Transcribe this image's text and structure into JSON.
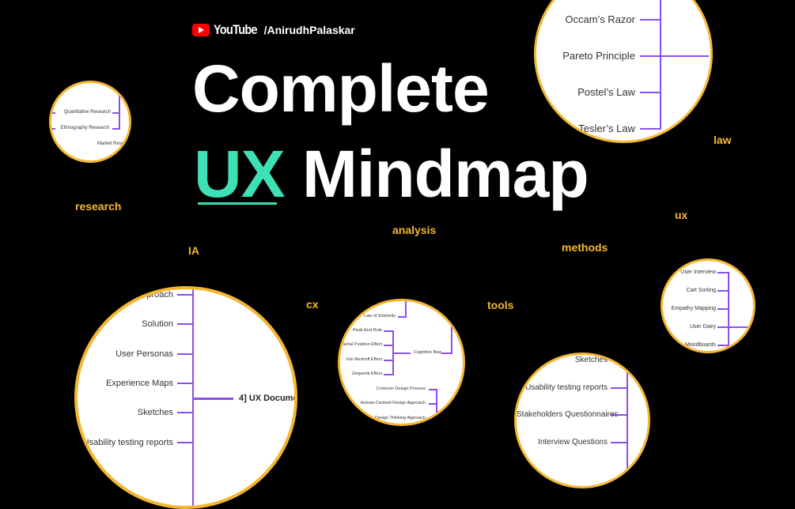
{
  "brand": {
    "platform": "YouTube",
    "handle": "/AnirudhPalaskar",
    "colors": {
      "youtube_red": "#ff0000"
    }
  },
  "title": {
    "line1": "Complete",
    "accent": "UX",
    "line2_rest": "Mindmap"
  },
  "colors": {
    "accent_teal": "#3ee0b5",
    "keyword_orange": "#f5b731",
    "branch_purple": "#8b4ff0",
    "background": "#000000"
  },
  "keywords": [
    "law",
    "research",
    "ux",
    "analysis",
    "IA",
    "methods",
    "cx",
    "tools"
  ],
  "bubbles": {
    "laws": {
      "items": [
        "Occam’s Razor",
        "Pareto Principle",
        "Postel’s Law",
        "Tesler’s Law"
      ]
    },
    "research": {
      "items": [
        "Quantitative Research",
        "Ethnography Research",
        "Market Resea"
      ]
    },
    "cognitive": {
      "top_item": "Law of Similarity",
      "biases": [
        "Peak-End Rule",
        "Serial Position Effect",
        "Von Restorff Effect",
        "Zeigarnik Effect"
      ],
      "parent": "Cognitive Bias",
      "processes": [
        "Common Design Process",
        "Human-Centred  Design Approach",
        "Design Thinking Approach"
      ]
    },
    "methods": {
      "items": [
        "User Interview",
        "Cart Sorting",
        "Empathy Mapping",
        "User Dairy",
        "Moodboards"
      ]
    },
    "documents": {
      "items": [
        "proach",
        "Solution",
        "User Personas",
        "Experience Maps",
        "Sketches",
        "Usability testing reports"
      ],
      "parent": "4] UX Documen"
    },
    "deliverables": {
      "items": [
        "Sketches",
        "Usability testing reports",
        "Stakeholders Questionnaires",
        "Interview Questions"
      ]
    }
  }
}
